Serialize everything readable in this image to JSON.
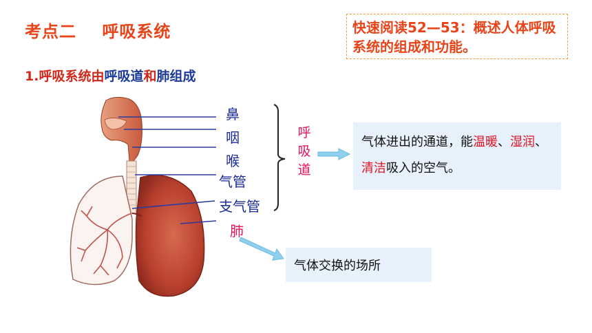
{
  "slide": {
    "title": "考点二    呼吸系统",
    "reading_note": "快速阅读52—53：概述人体呼吸系统的组成和功能。",
    "subhead": {
      "prefix": "1.",
      "part1": "呼吸系统由",
      "part2": "呼吸道",
      "part3": "和",
      "part4": "肺",
      "part5": "组成"
    },
    "labels": {
      "nose": "鼻",
      "pharynx": "咽",
      "larynx": "喉",
      "trachea": "气管",
      "bronchi": "支气管",
      "lung": "肺"
    },
    "airway_group": "呼吸道",
    "airway_function": {
      "t1": "气体进出的通道，能",
      "t2": "温暖",
      "t3": "、",
      "t4": "湿润",
      "t5": "、",
      "t6": "清洁",
      "t7": "吸入的空气。"
    },
    "lung_function": "气体交换的场所"
  },
  "colors": {
    "title": "#e8441a",
    "label_blue": "#1a2a9a",
    "label_pink": "#e8105a",
    "box_bg": "#e6f1fb",
    "arrow": "#7ec8e8"
  }
}
